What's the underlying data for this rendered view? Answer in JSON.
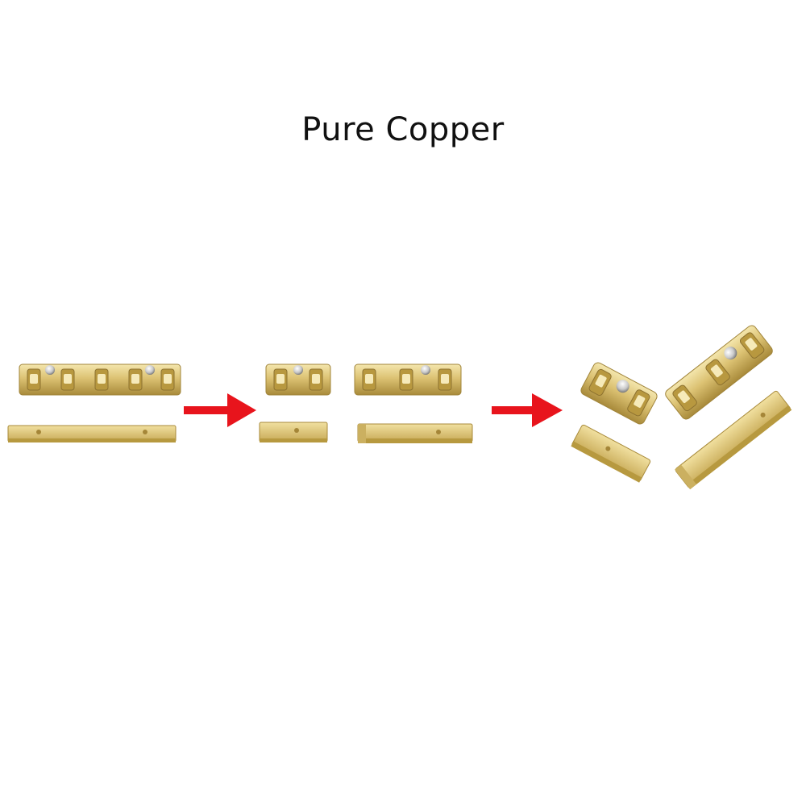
{
  "title": "Pure Copper",
  "colors": {
    "background": "#ffffff",
    "brass": "#d9bf6a",
    "brass_light": "#f2e2a4",
    "brass_dark": "#a88a3a",
    "arrow": "#e8141c"
  },
  "stages": [
    {
      "name": "full-nut",
      "pieces": [
        "nut-bar",
        "shim-plate"
      ]
    },
    {
      "name": "cut-pieces",
      "pieces": [
        "short-nut",
        "short-shim",
        "long-nut",
        "long-shim"
      ]
    },
    {
      "name": "assembled-pieces",
      "pieces": [
        "short-nut",
        "short-shim",
        "long-nut",
        "long-shim"
      ]
    }
  ],
  "arrows": [
    "arrow-right",
    "arrow-right"
  ]
}
